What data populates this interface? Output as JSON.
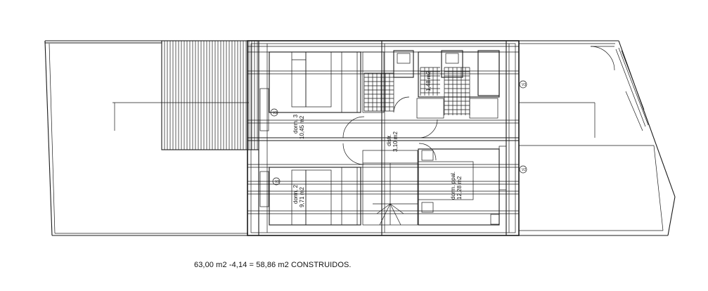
{
  "rooms": [
    {
      "id": "dorm3",
      "name": "dorm. 3",
      "area": "10,45 m2"
    },
    {
      "id": "dorm2",
      "name": "dorm. 2",
      "area": "9,71 m2"
    },
    {
      "id": "distr",
      "name": "distr.",
      "area": "3,10 m2"
    },
    {
      "id": "dormppal",
      "name": "dorm. ppal.",
      "area": "12,28 m2"
    },
    {
      "id": "bath1",
      "name": "",
      "area": "1,48 m2"
    }
  ],
  "window_tags": [
    "V3",
    "V3",
    "V2",
    "V3"
  ],
  "summary": "63,00 m2 -4,14 = 58,86 m2 CONSTRUIDOS."
}
